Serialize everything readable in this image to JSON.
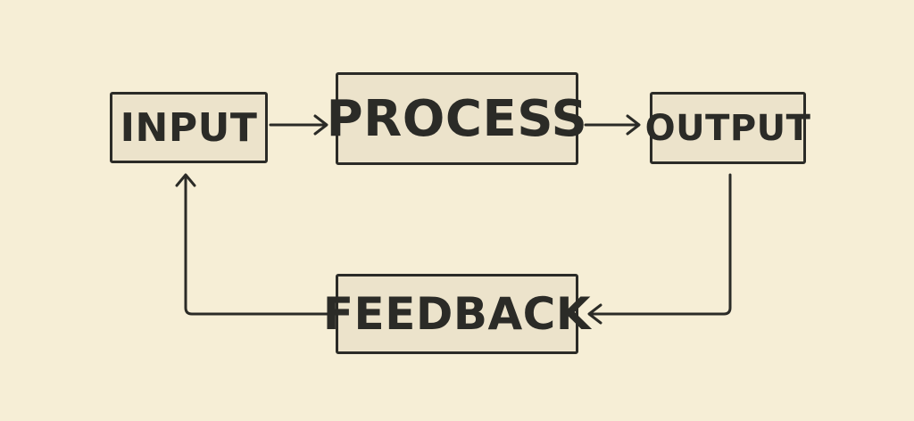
{
  "diagram": {
    "type": "flowchart",
    "nodes": {
      "input": "INPUT",
      "process": "PROCESS",
      "output": "OUTPUT",
      "feedback": "FEEDBACK"
    },
    "edges": [
      {
        "from": "INPUT",
        "to": "PROCESS"
      },
      {
        "from": "PROCESS",
        "to": "OUTPUT"
      },
      {
        "from": "OUTPUT",
        "to": "FEEDBACK"
      },
      {
        "from": "FEEDBACK",
        "to": "INPUT"
      }
    ]
  },
  "colors": {
    "background": "#f6eed6",
    "box_fill": "#ece3cb",
    "stroke": "#2b2b27"
  }
}
